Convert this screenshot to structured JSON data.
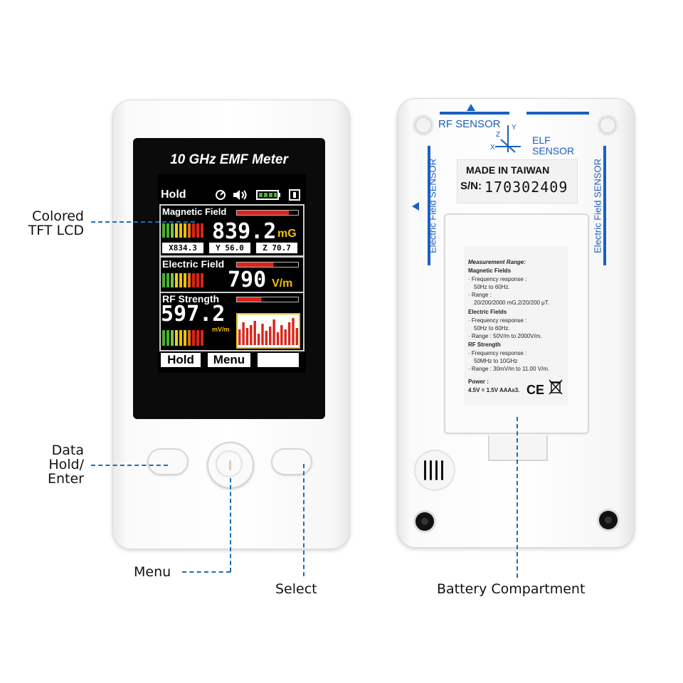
{
  "callouts": {
    "lcd_line1": "Colored",
    "lcd_line2": "TFT LCD",
    "hold_line1": "Data",
    "hold_line2": "Hold/",
    "hold_line3": "Enter",
    "menu": "Menu",
    "select": "Select",
    "battery": "Battery Compartment"
  },
  "screen": {
    "title": "10 GHz EMF Meter",
    "status_label": "Hold",
    "status_icons": [
      "timer-icon",
      "speaker-icon",
      "battery-icon",
      "plug-icon"
    ],
    "magnetic": {
      "label": "Magnetic Field",
      "value": "839.2",
      "unit": "mG",
      "x": "X834.3",
      "y": "Y 56.0",
      "z": "Z 70.7",
      "bar_fraction": 0.85
    },
    "electric": {
      "label": "Electric Field",
      "value": "790",
      "unit": "V/m",
      "bar_fraction": 0.6
    },
    "rf": {
      "label": "RF Strength",
      "value": "597.2",
      "unit": "mV/m",
      "bar_fraction": 0.4,
      "spectrum": [
        0.55,
        0.8,
        0.6,
        0.7,
        0.85,
        0.4,
        0.75,
        0.5,
        0.65,
        0.9,
        0.45,
        0.7,
        0.55,
        0.8,
        0.95,
        0.6
      ]
    },
    "softkeys": [
      "Hold",
      "Menu",
      ""
    ]
  },
  "back": {
    "rf_sensor": "RF SENSOR",
    "elf_line1": "ELF",
    "elf_line2": "SENSOR",
    "axis_x": "X",
    "axis_y": "Y",
    "axis_z": "Z",
    "efield_left": "Electric Field SENSOR",
    "efield_right": "Electric Field SENSOR",
    "made_in": "MADE IN TAIWAN",
    "serial_prefix": "S/N:",
    "serial": "170302409",
    "spec": {
      "heading": "Measurement Range:",
      "mag_title": "Magnetic Fields",
      "mag_freq": "· Frequency response :",
      "mag_freq_val": "50Hz to 60Hz.",
      "mag_range": "· Range :",
      "mag_range_val": "20/200/2000 mG,2/20/200 μT.",
      "elec_title": "Electric Fields",
      "elec_freq": "· Frequency response :",
      "elec_freq_val": "50Hz to 60Hz.",
      "elec_range": "· Range : 50V/m to 2000V/m.",
      "rf_title": "RF Strength",
      "rf_freq": "· Frequency response :",
      "rf_freq_val": "50MHz to 10GHz",
      "rf_range": "· Range : 30mV/m to 11.00 V/m.",
      "power_title": "Power :",
      "power_val": "4.5V = 1.5V AAAx3.",
      "ce_mark": "CE"
    }
  },
  "colors": {
    "accent_blue": "#1b5fc1",
    "callout_line": "#1a6fb5",
    "lcd_red": "#d9241b",
    "lcd_yellow": "#f0c000",
    "lcd_green": "#4caf32"
  }
}
